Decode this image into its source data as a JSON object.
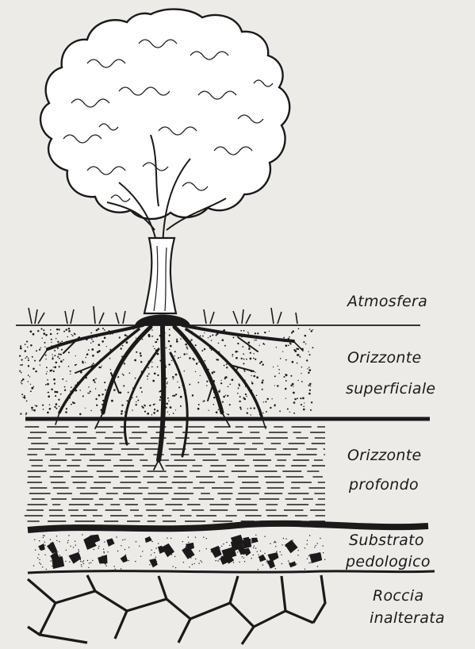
{
  "layers": [
    {
      "id": "atmosphere",
      "lines": [
        "Atmosfera"
      ]
    },
    {
      "id": "topsoil",
      "lines": [
        "Orizzonte",
        "superficiale"
      ]
    },
    {
      "id": "subsoil",
      "lines": [
        "Orizzonte",
        "profondo"
      ]
    },
    {
      "id": "substratum",
      "lines": [
        "Substrato",
        "pedologico"
      ]
    },
    {
      "id": "bedrock",
      "lines": [
        "Roccia",
        "inalterata"
      ]
    }
  ],
  "colors": {
    "ink": "#1a1a1a",
    "paper": "#ecebe8",
    "canopy": "#ffffff"
  }
}
